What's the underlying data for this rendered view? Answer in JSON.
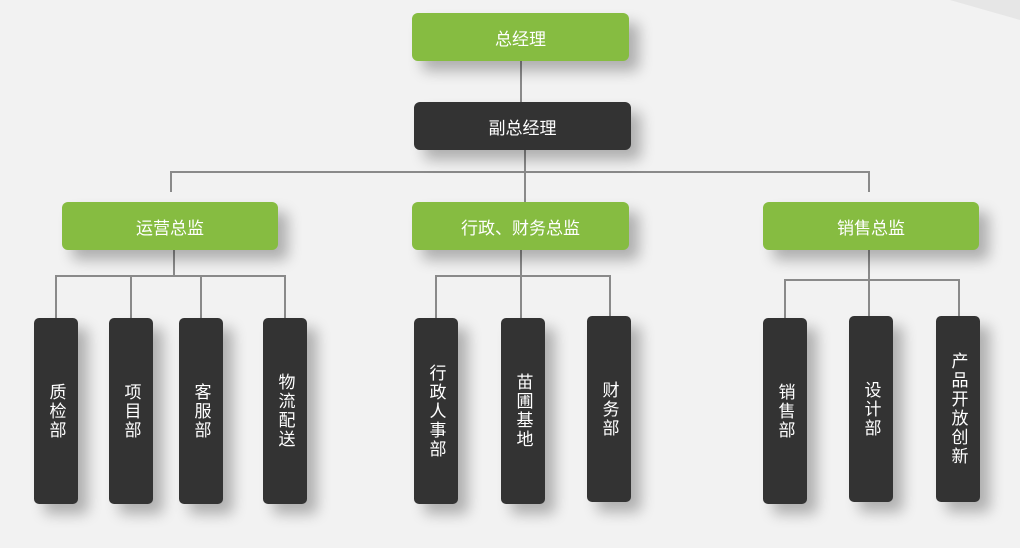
{
  "colors": {
    "green": "#86bc41",
    "dark": "#333333",
    "line": "#8a8a8a",
    "background": "#f2f2f2"
  },
  "top": {
    "label": "总经理"
  },
  "deputy": {
    "label": "副总经理"
  },
  "directors": [
    {
      "label": "运营总监",
      "departments": [
        {
          "label": "质检部"
        },
        {
          "label": "项目部"
        },
        {
          "label": "客服部"
        },
        {
          "label": "物流配送"
        }
      ]
    },
    {
      "label": "行政、财务总监",
      "departments": [
        {
          "label": "行政人事部"
        },
        {
          "label": "苗圃基地"
        },
        {
          "label": "财务部"
        }
      ]
    },
    {
      "label": "销售总监",
      "departments": [
        {
          "label": "销售部"
        },
        {
          "label": "设计部"
        },
        {
          "label": "产品开放创新"
        }
      ]
    }
  ]
}
